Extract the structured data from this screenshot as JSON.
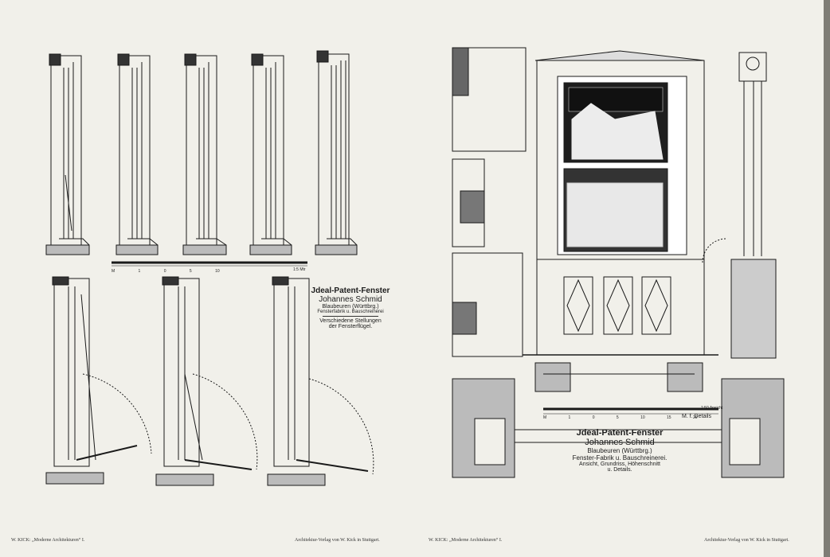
{
  "left_plate": {
    "company": {
      "product": "Jdeal-Patent-Fenster",
      "name": "Johannes Schmid",
      "city": "Blaubeuren (Württbrg.)",
      "trade": "Fensterfabrik u. Bauschreinerei"
    },
    "caption_line1": "Verschiedene Stellungen",
    "caption_line2": "der Fensterflügel.",
    "scale": {
      "ticks": [
        "M 1 0",
        "5",
        "10"
      ],
      "unit": "1:5 Mtr"
    }
  },
  "right_plate": {
    "company": {
      "product": "Jdeal-Patent-Fenster",
      "name": "Johannes Schmid",
      "city": "Blaubeuren (Württbrg.)",
      "trade": "Fenster-Fabrik u. Bauschreinerei."
    },
    "caption_line1": "Ansicht, Grundriss, Höhenschnitt",
    "caption_line2": "u. Details.",
    "scale": {
      "ticks": [
        "M 1 0",
        "5",
        "10",
        "15",
        "20"
      ],
      "label_view": "1:50 Ansicht",
      "label_detail": "M. f. Details"
    }
  },
  "footer": {
    "left_author": "W. KICK: „Moderne Architekturen“ I.",
    "left_publisher": "Architektur-Verlag von W. Kick in Stuttgart.",
    "right_author": "W. KICK: „Moderne Architekturen“ I.",
    "right_publisher": "Architektur-Verlag von W. Kick in Stuttgart."
  }
}
